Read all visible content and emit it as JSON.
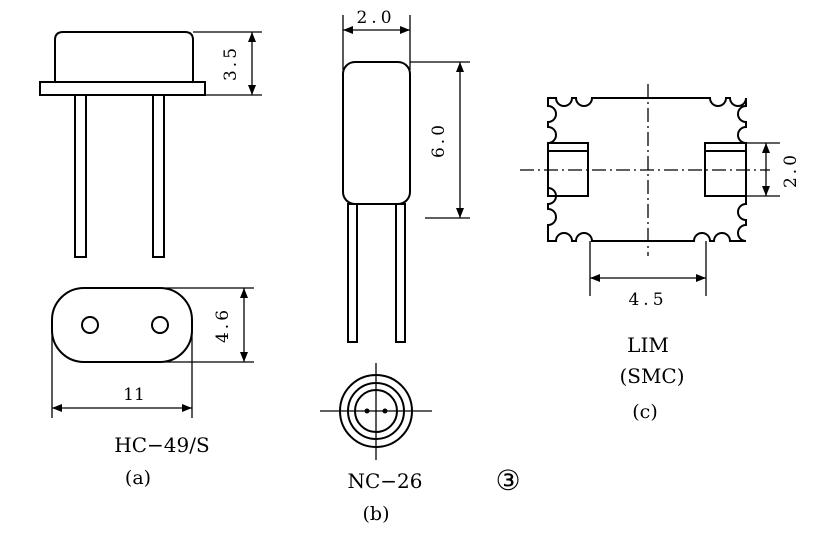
{
  "figure_a": {
    "height_dim": "3.5",
    "width_dim": "4.6",
    "length_dim": "11",
    "model": "HC−49/S",
    "label": "(a)"
  },
  "figure_b": {
    "width_dim": "2.0",
    "height_dim": "6.0",
    "model": "NC−26",
    "label": "(b)"
  },
  "figure_c": {
    "pad_dim": "2.0",
    "spacing_dim": "4.5",
    "model": "LIM",
    "model_sub": "(SMC)",
    "label": "(c)"
  },
  "figure_number": "③"
}
